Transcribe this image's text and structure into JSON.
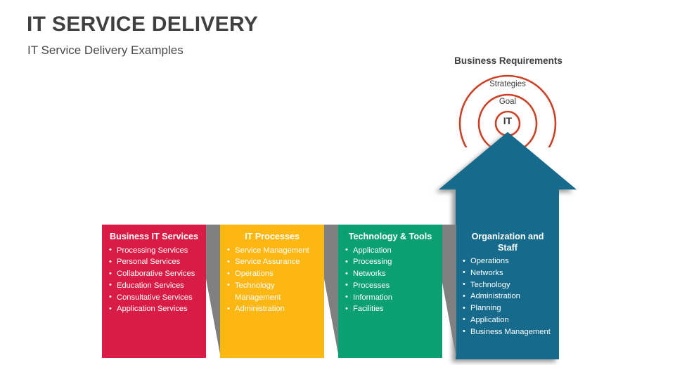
{
  "header": {
    "title": "IT SERVICE DELIVERY",
    "subtitle": "IT Service Delivery Examples"
  },
  "target": {
    "label": "Business Requirements",
    "rings": [
      {
        "name": "ring-outer",
        "text": "Strategies"
      },
      {
        "name": "ring-middle",
        "text": "Goal"
      },
      {
        "name": "ring-inner",
        "text": "IT"
      }
    ],
    "ring_color": "#CE4125"
  },
  "arrow": {
    "color": "#156A8B",
    "shadow_color": "#8C8C8C"
  },
  "columns": [
    {
      "id": "business-it-services",
      "title": "Business IT Services",
      "color": "#D81C45",
      "items": [
        "Processing Services",
        "Personal Services",
        "Collaborative Services",
        "Education Services",
        "Consultative Services",
        "Application Services"
      ]
    },
    {
      "id": "it-processes",
      "title": "IT Processes",
      "color": "#FDB713",
      "items": [
        "Service Management",
        "Service Assurance",
        "Operations",
        "Technology Management",
        "Administration"
      ]
    },
    {
      "id": "technology-and-tools",
      "title": "Technology & Tools",
      "color": "#0BA072",
      "items": [
        "Application",
        "Processing",
        "Networks",
        "Processes",
        "Information",
        "Facilities"
      ]
    },
    {
      "id": "organization-and-staff",
      "title": "Organization and Staff",
      "color": "#156A8B",
      "items": [
        "Operations",
        "Networks",
        "Technology",
        "Administration",
        "Planning",
        "Application",
        "Business Management"
      ]
    }
  ],
  "chevron_color": "#808080"
}
